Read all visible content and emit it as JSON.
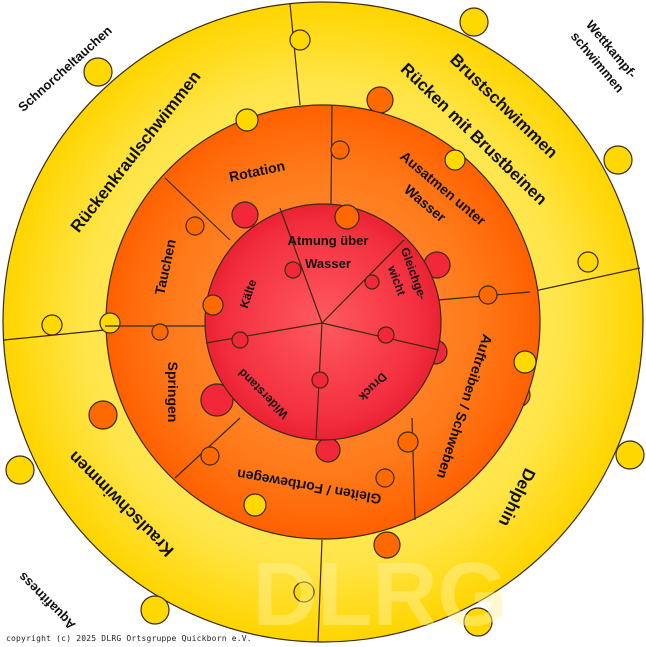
{
  "diagram": {
    "title": "Schwimmkompetenz-Puzzle",
    "colors": {
      "outer_ring": "#ffd800",
      "outer_ring_light": "#ffe95a",
      "middle_ring": "#ff6a00",
      "middle_ring_light": "#ff8d3a",
      "inner_circle": "#f2283a",
      "inner_circle_light": "#ff4c55",
      "outline": "#3a2a10",
      "watermark": "#fff6b0"
    },
    "inner_circle": {
      "segments": [
        {
          "label": "Atmung über Wasser",
          "line1": "Atmung über",
          "line2": "Wasser"
        },
        {
          "label": "Gleichgewicht",
          "line1": "Gleichge-",
          "line2": "wicht"
        },
        {
          "label": "Druck"
        },
        {
          "label": "Widerstand"
        },
        {
          "label": "Kälte"
        }
      ]
    },
    "middle_ring": {
      "segments": [
        {
          "label": "Rotation"
        },
        {
          "label": "Ausatmen unter Wasser",
          "line1": "Ausatmen unter",
          "line2": "Wasser"
        },
        {
          "label": "Auftreiben / Schweben"
        },
        {
          "label": "Gleiten / Fortbewegen"
        },
        {
          "label": "Springen"
        },
        {
          "label": "Tauchen"
        }
      ]
    },
    "outer_ring": {
      "segments": [
        {
          "label": "Rückenkraulschwimmen"
        },
        {
          "label": "Brustschwimmen",
          "secondary": "Rücken mit Brustbeinen"
        },
        {
          "label": "Delphin"
        },
        {
          "label": "Kraulschwimmen"
        }
      ]
    },
    "outside_labels": [
      {
        "label": "Schnorcheltauchen"
      },
      {
        "label": "Wettkampfschwimmen",
        "line1": "Wettkampf-",
        "line2": "schwimmen"
      },
      {
        "label": "Aquafitness"
      }
    ],
    "watermark": "DLRG",
    "copyright": "copyright (c) 2025 DLRG Ortsgruppe Quickborn e.V."
  }
}
